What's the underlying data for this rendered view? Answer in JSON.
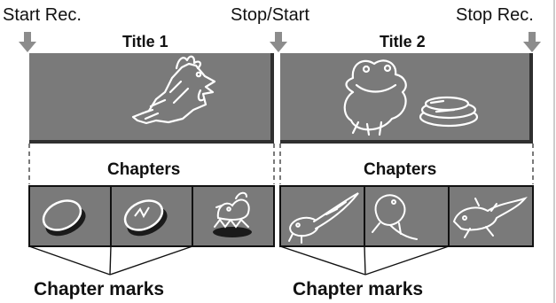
{
  "diagram": {
    "recording_labels": {
      "start": "Start Rec.",
      "stop_start": "Stop/Start",
      "stop": "Stop Rec."
    },
    "titles": [
      {
        "label": "Title 1",
        "image_icon": "rooster-icon",
        "chapters_label": "Chapters",
        "chapters": [
          {
            "icon": "egg-icon"
          },
          {
            "icon": "cracked-egg-icon"
          },
          {
            "icon": "hatching-chick-icon"
          }
        ],
        "chapter_marks_label": "Chapter marks"
      },
      {
        "label": "Title 2",
        "image_icon": "frog-on-lily-pad-icon",
        "chapters_label": "Chapters",
        "chapters": [
          {
            "icon": "tadpole-icon"
          },
          {
            "icon": "froglet-icon"
          },
          {
            "icon": "lizard-frog-icon"
          }
        ],
        "chapter_marks_label": "Chapter marks"
      }
    ],
    "colors": {
      "panel": "#7a7a7a",
      "panel_dark": "#333333",
      "arrow": "#8c8c8c",
      "line": "#111111"
    }
  }
}
